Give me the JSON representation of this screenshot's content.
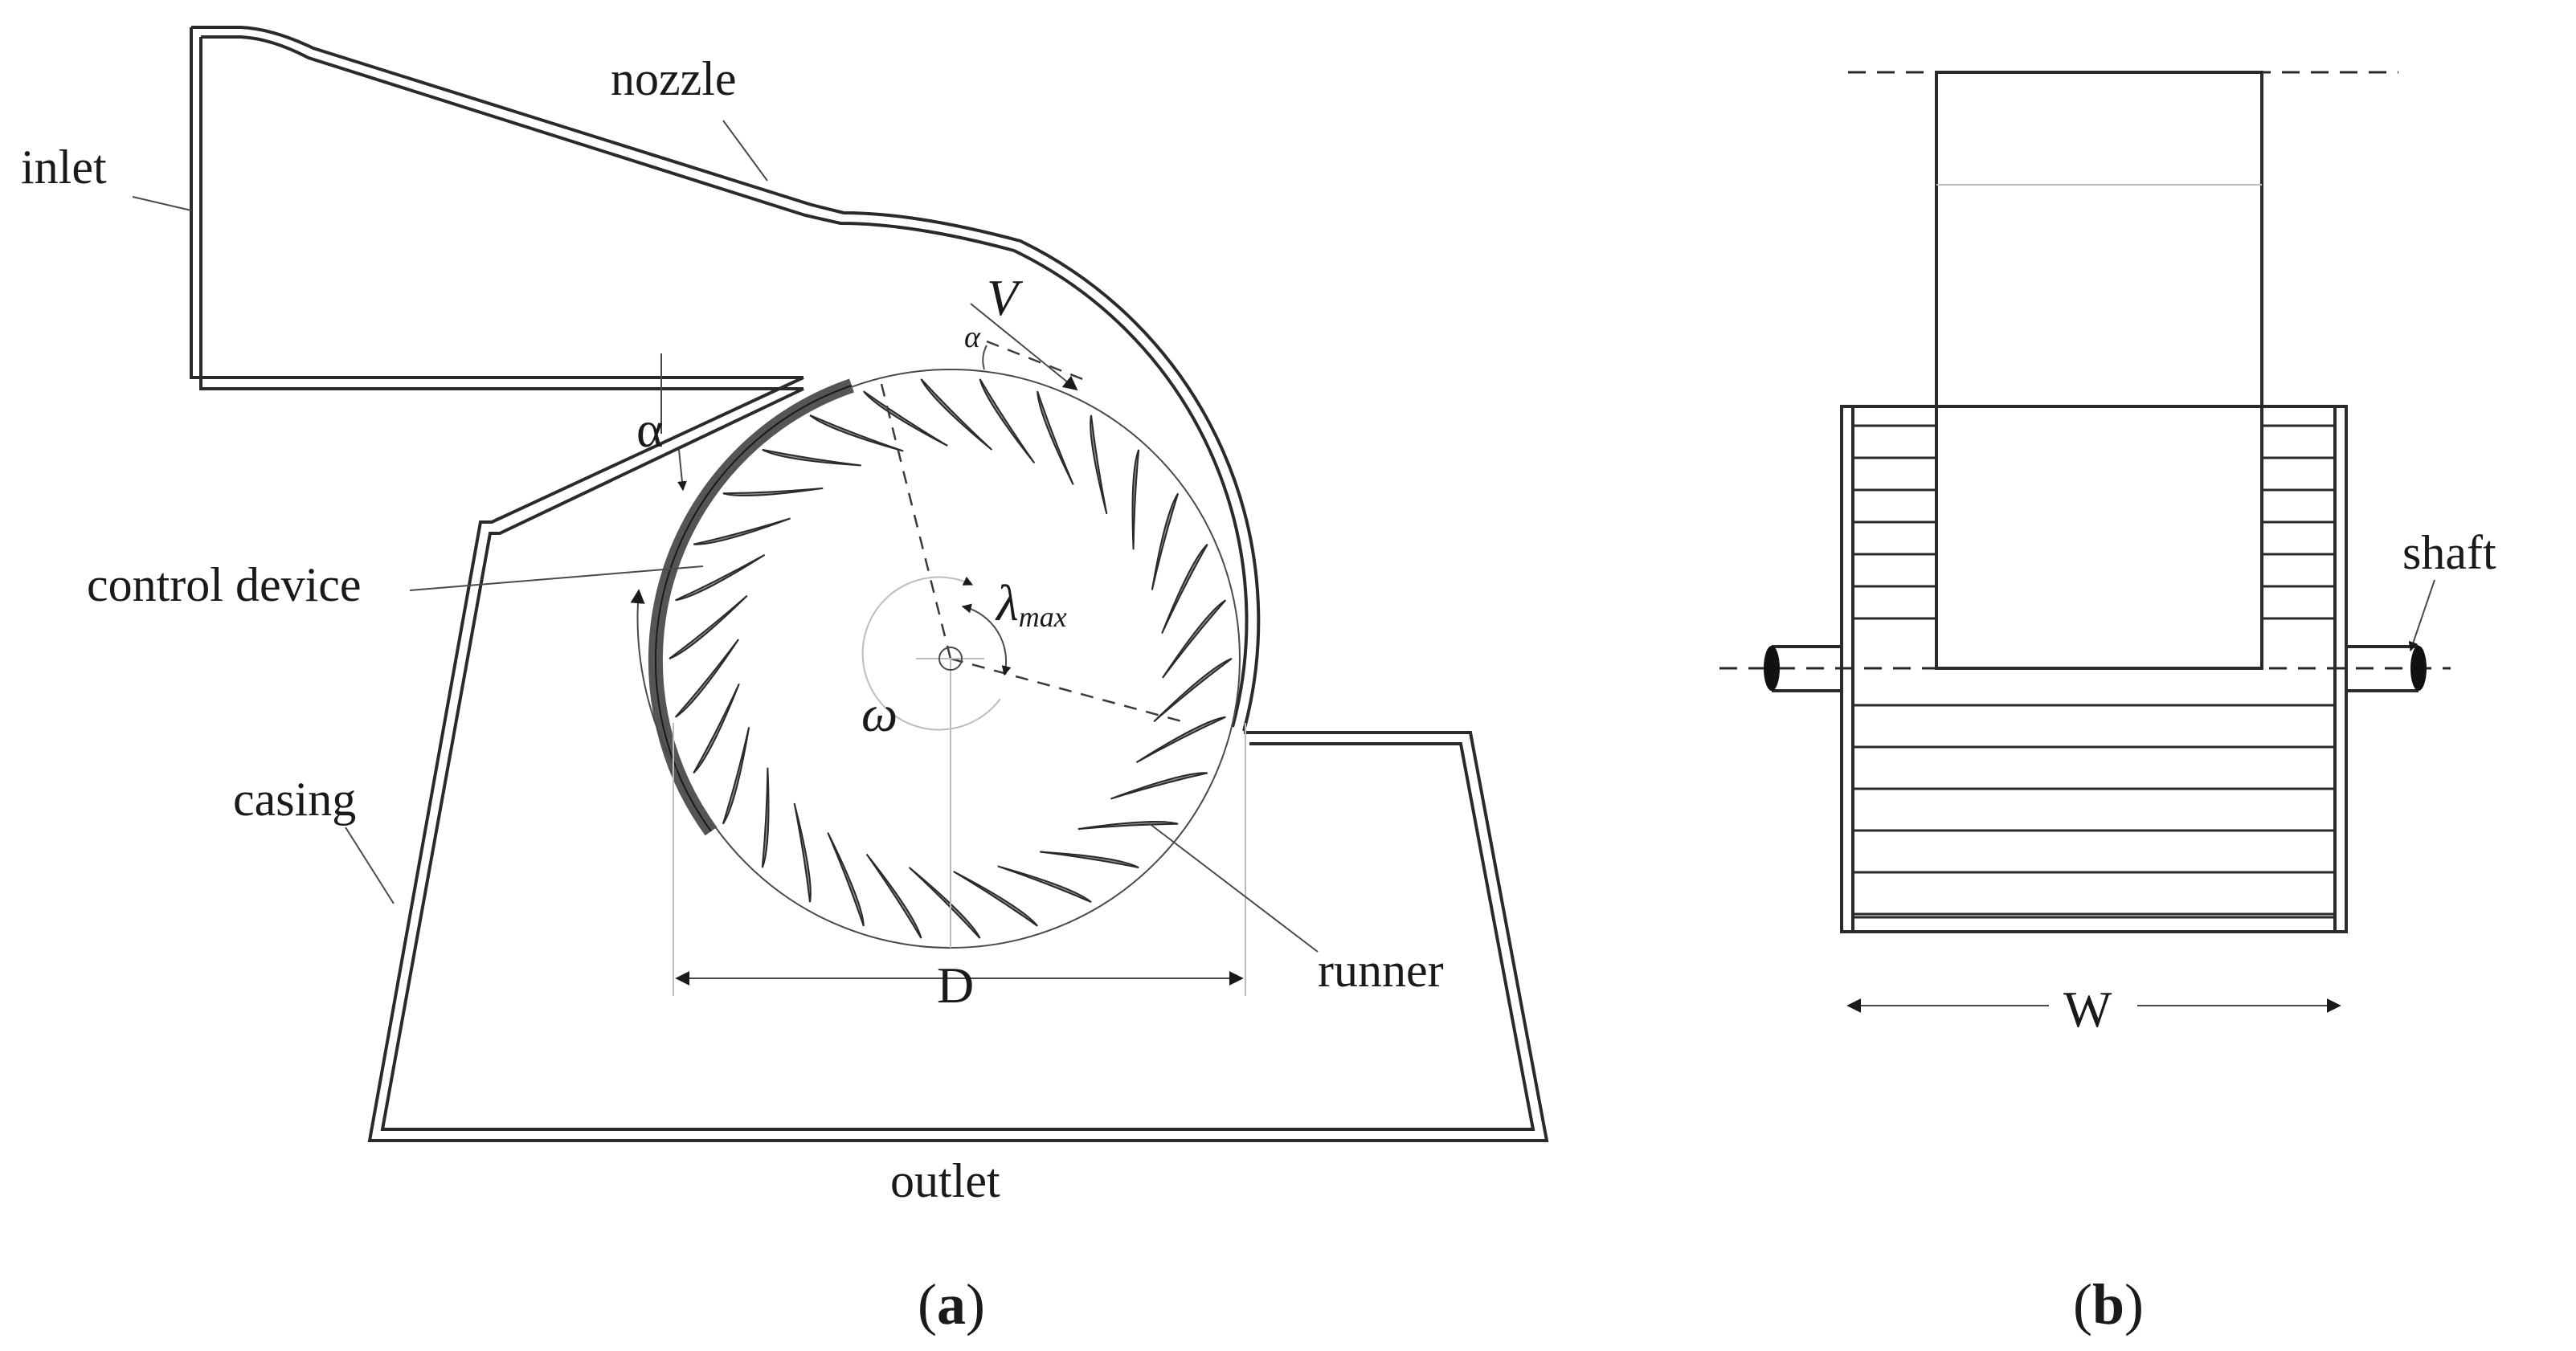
{
  "panel_a": {
    "labels": {
      "inlet": "inlet",
      "nozzle": "nozzle",
      "control_device": "control device",
      "casing": "casing",
      "runner": "runner",
      "outlet": "outlet",
      "diameter": "D",
      "velocity": "V",
      "angle_alpha_outer": "α",
      "angle_alpha_inner": "α",
      "angular_velocity": "ω",
      "lambda_symbol": "λ",
      "lambda_subscript": "max"
    },
    "caption": {
      "open": "(",
      "letter": "a",
      "close": ")"
    },
    "blade_count": 30
  },
  "panel_b": {
    "labels": {
      "shaft": "shaft",
      "width": "W"
    },
    "caption": {
      "open": "(",
      "letter": "b",
      "close": ")"
    }
  }
}
